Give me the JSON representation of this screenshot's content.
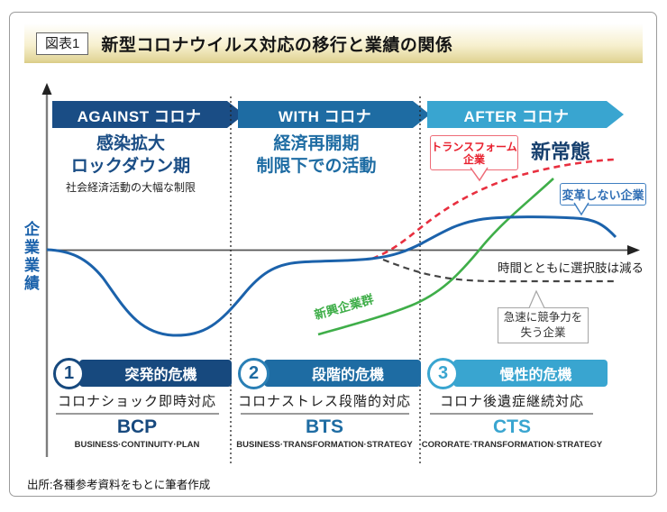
{
  "header": {
    "fig_label": "図表1",
    "title": "新型コロナウイルス対応の移行と業績の関係"
  },
  "y_axis_label": "企業業績",
  "phases": [
    {
      "banner": "AGAINST コロナ",
      "color": "#1a4d85",
      "lines": [
        "感染拡大",
        "ロックダウン期"
      ],
      "note": "社会経済活動の大幅な制限"
    },
    {
      "banner": "WITH コロナ",
      "color": "#1e6ca3",
      "lines": [
        "経済再開期",
        "制限下での活動"
      ]
    },
    {
      "banner": "AFTER コロナ",
      "color": "#39a5d0",
      "lines": [
        "新常態"
      ]
    }
  ],
  "annotations": {
    "transform": {
      "lines": [
        "トランスフォーム",
        "企業"
      ],
      "color": "#e8202e"
    },
    "no_change": {
      "label": "変革しない企業",
      "color": "#2f6eb5"
    },
    "losing": {
      "lines": [
        "急速に競争力を",
        "失う企業"
      ],
      "color": "#333333"
    },
    "emerging": {
      "label": "新興企業群",
      "color": "#3fae49"
    },
    "time_note": "時間とともに選択肢は減る"
  },
  "stages": [
    {
      "num": "1",
      "crisis": "突発的危機",
      "response": "コロナショック即時対応",
      "acronym": "BCP",
      "full": "BUSINESS·CONTINUITY·PLAN",
      "color": "#17497e"
    },
    {
      "num": "2",
      "crisis": "段階的危機",
      "response": "コロナストレス段階的対応",
      "acronym": "BTS",
      "full": "BUSINESS·TRANSFORMATION·STRATEGY",
      "color": "#1e6ca3"
    },
    {
      "num": "3",
      "crisis": "慢性的危機",
      "response": "コロナ後遺症継続対応",
      "acronym": "CTS",
      "full": "CORORATE·TRANSFORMATION·STRATEGY",
      "color": "#39a5d0"
    }
  ],
  "source": "出所:各種参考資料をもとに筆者作成",
  "chart_data": {
    "type": "line",
    "ylabel": "企業業績",
    "x_annotation": "時間とともに選択肢は減る",
    "phases_x": [
      "AGAINST コロナ",
      "WITH コロナ",
      "AFTER コロナ"
    ],
    "series": [
      {
        "name": "変革しない企業",
        "color": "#1b62ab",
        "style": "solid",
        "shape": "starts at baseline, deep dip during AGAINST, recovers through WITH, plateaus slightly above baseline in AFTER, then declines at far right"
      },
      {
        "name": "トランスフォーム企業",
        "color": "#e82f3f",
        "style": "dashed",
        "shape": "branches upward from main curve late in WITH phase, rises and flattens at high level in AFTER"
      },
      {
        "name": "新興企業群",
        "color": "#3fae49",
        "style": "solid",
        "shape": "rises steeply from low level mid-WITH phase through AFTER, crossing the other curves"
      },
      {
        "name": "急速に競争力を失う企業",
        "color": "#444444",
        "style": "dashed",
        "shape": "branches downward from main curve at WITH/AFTER boundary, declines below baseline and flattens"
      }
    ]
  }
}
